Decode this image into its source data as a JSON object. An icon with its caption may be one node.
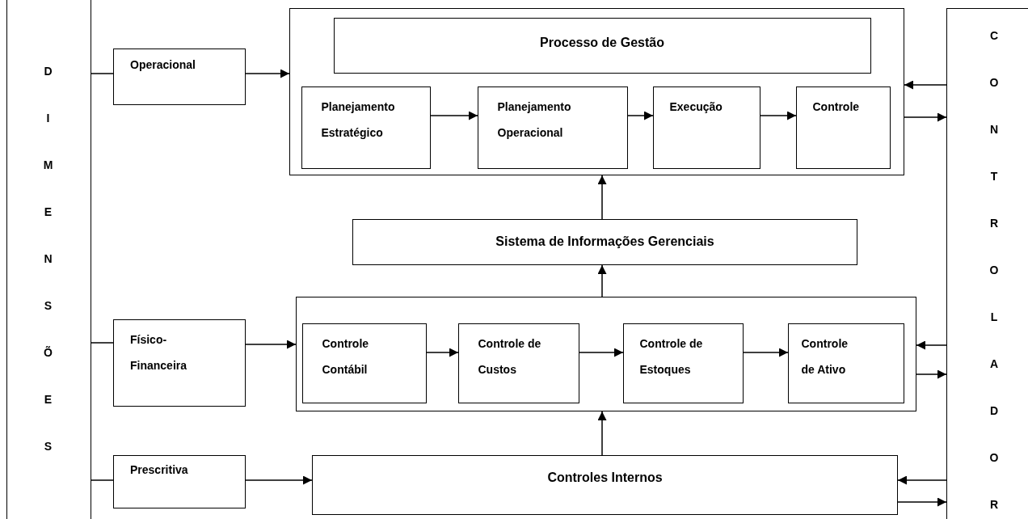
{
  "diagram": {
    "nodes": [
      {
        "text": [
          "DIMENSÕES"
        ]
      },
      {
        "text": [
          "Operacional"
        ]
      },
      {
        "text": [],
        "shape": "box"
      },
      {
        "text": [
          "Processo de Gestão"
        ],
        "in": 2
      },
      {
        "text": [
          "Planejamento Estratégico"
        ],
        "in": 2
      },
      {
        "text": [
          "Planejamento Operacional"
        ],
        "in": 2
      },
      {
        "text": [
          "Execução"
        ],
        "in": 2
      },
      {
        "text": [
          "Controle"
        ],
        "in": 2
      },
      {
        "text": [
          "Sistema de Informações Gerenciais"
        ]
      },
      {
        "text": [],
        "shape": "box"
      },
      {
        "text": [
          "Controle Contábil"
        ],
        "in": 9
      },
      {
        "text": [
          "Controle de Custos"
        ],
        "in": 9
      },
      {
        "text": [
          "Controle de Estoques"
        ],
        "in": 9
      },
      {
        "text": [
          "Controle de Ativo"
        ],
        "in": 9
      },
      {
        "text": [
          "Físico- Financeira"
        ]
      },
      {
        "text": [
          "Prescritiva"
        ]
      },
      {
        "text": [
          "Controles Internos"
        ]
      },
      {
        "text": [
          "CONTROLADOR"
        ]
      }
    ],
    "edges": [
      {
        "from": 0,
        "to": 1,
        "arrow": "none"
      },
      {
        "from": 1,
        "to": 2,
        "arrow": "to"
      },
      {
        "from": 4,
        "to": 5,
        "arrow": "to"
      },
      {
        "from": 5,
        "to": 6,
        "arrow": "to"
      },
      {
        "from": 6,
        "to": 7,
        "arrow": "to"
      },
      {
        "from": 17,
        "to": 2,
        "arrow": "to"
      },
      {
        "from": 2,
        "to": 17,
        "arrow": "to"
      },
      {
        "from": 8,
        "to": 2,
        "arrow": "to"
      },
      {
        "from": 9,
        "to": 8,
        "arrow": "to"
      },
      {
        "from": 0,
        "to": 14,
        "arrow": "none"
      },
      {
        "from": 14,
        "to": 9,
        "arrow": "to"
      },
      {
        "from": 10,
        "to": 11,
        "arrow": "to"
      },
      {
        "from": 11,
        "to": 12,
        "arrow": "to"
      },
      {
        "from": 12,
        "to": 13,
        "arrow": "to"
      },
      {
        "from": 17,
        "to": 9,
        "arrow": "to"
      },
      {
        "from": 9,
        "to": 17,
        "arrow": "to"
      },
      {
        "from": 16,
        "to": 9,
        "arrow": "to"
      },
      {
        "from": 0,
        "to": 15,
        "arrow": "none"
      },
      {
        "from": 15,
        "to": 16,
        "arrow": "to"
      },
      {
        "from": 17,
        "to": 16,
        "arrow": "to"
      },
      {
        "from": 16,
        "to": 17,
        "arrow": "to"
      }
    ]
  }
}
